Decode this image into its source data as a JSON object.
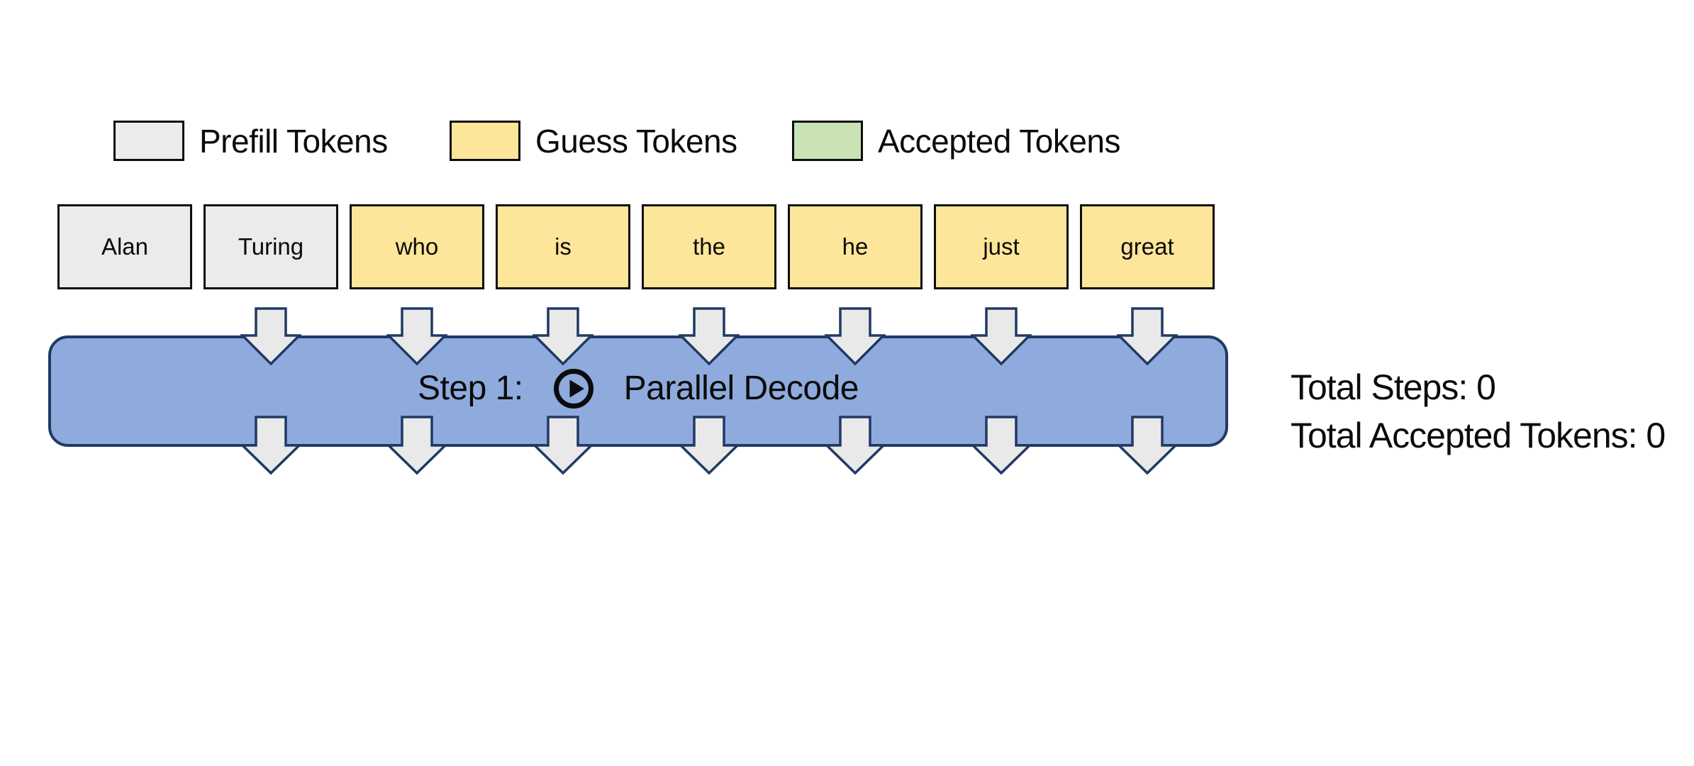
{
  "legend": {
    "items": [
      {
        "name": "prefill",
        "label": "Prefill Tokens",
        "color": "#ebebeb"
      },
      {
        "name": "guess",
        "label": "Guess Tokens",
        "color": "#fde59a"
      },
      {
        "name": "accepted",
        "label": "Accepted Tokens",
        "color": "#c9e3b5"
      }
    ]
  },
  "tokens": [
    {
      "text": "Alan",
      "type": "prefill"
    },
    {
      "text": "Turing",
      "type": "prefill"
    },
    {
      "text": "who",
      "type": "guess"
    },
    {
      "text": "is",
      "type": "guess"
    },
    {
      "text": "the",
      "type": "guess"
    },
    {
      "text": "he",
      "type": "guess"
    },
    {
      "text": "just",
      "type": "guess"
    },
    {
      "text": "great",
      "type": "guess"
    }
  ],
  "decode_bar": {
    "step_label": "Step 1:",
    "action_label": "Parallel Decode",
    "play_icon": "play-circle-icon",
    "fill": "#8faadc",
    "border": "#203a64"
  },
  "stats": {
    "total_steps": "Total Steps: 0",
    "total_accepted": "Total Accepted Tokens: 0"
  },
  "colors": {
    "prefill_fill": "#ebebeb",
    "guess_fill": "#fde59a",
    "accepted_fill": "#c9e3b5",
    "token_border": "#0d0d0d",
    "arrow_fill": "#e9e9e9",
    "arrow_border": "#203a64",
    "text": "#0b0b0b"
  },
  "layout_values": {
    "arrow_token_indices": [
      1,
      2,
      3,
      4,
      5,
      6,
      7
    ]
  }
}
